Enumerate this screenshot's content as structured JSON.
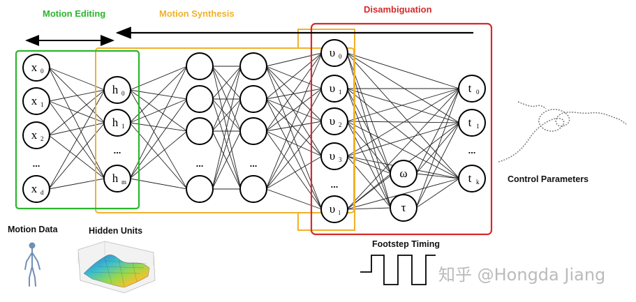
{
  "regions": {
    "motion_editing": {
      "title": "Motion Editing",
      "color": "#2bb52b"
    },
    "motion_synthesis": {
      "title": "Motion Synthesis",
      "color": "#f0b12a"
    },
    "disambiguation": {
      "title": "Disambiguation",
      "color": "#d42a2a"
    }
  },
  "input_layer": {
    "nodes": [
      {
        "base": "x",
        "sub": "0"
      },
      {
        "base": "x",
        "sub": "1"
      },
      {
        "base": "x",
        "sub": "2"
      },
      {
        "base": "...",
        "sub": ""
      },
      {
        "base": "x",
        "sub": "d"
      }
    ]
  },
  "hidden_layer": {
    "nodes": [
      {
        "base": "h",
        "sub": "0"
      },
      {
        "base": "h",
        "sub": "1"
      },
      {
        "base": "...",
        "sub": ""
      },
      {
        "base": "h",
        "sub": "m"
      }
    ]
  },
  "upsilon_layer": {
    "nodes": [
      {
        "base": "υ",
        "sub": "0"
      },
      {
        "base": "υ",
        "sub": "1"
      },
      {
        "base": "υ",
        "sub": "2"
      },
      {
        "base": "υ",
        "sub": "3"
      },
      {
        "base": "...",
        "sub": ""
      },
      {
        "base": "υ",
        "sub": "l"
      }
    ]
  },
  "timing_nodes": {
    "nodes": [
      {
        "base": "ω",
        "sub": ""
      },
      {
        "base": "τ",
        "sub": ""
      }
    ]
  },
  "output_layer": {
    "nodes": [
      {
        "base": "t",
        "sub": "0"
      },
      {
        "base": "t",
        "sub": "1"
      },
      {
        "base": "...",
        "sub": ""
      },
      {
        "base": "t",
        "sub": "k"
      }
    ]
  },
  "captions": {
    "motion_data": "Motion Data",
    "hidden_units": "Hidden Units",
    "footstep_timing": "Footstep Timing",
    "control_parameters": "Control Parameters"
  },
  "watermark": "知乎 @Hongda Jiang"
}
